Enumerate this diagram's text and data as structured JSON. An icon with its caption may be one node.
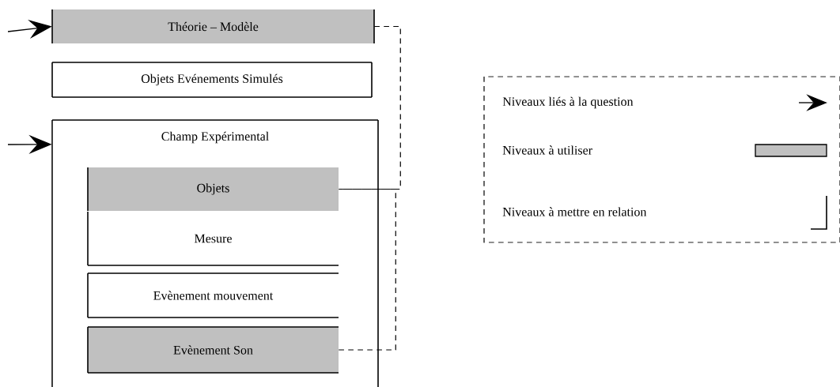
{
  "diagram": {
    "nodes": [
      {
        "text": [
          "Théorie – Modèle"
        ]
      },
      {
        "text": [
          "Objets Evénements Simulés"
        ]
      },
      {
        "text": [
          "Champ Expérimental"
        ]
      },
      {
        "text": [
          "Objets"
        ],
        "in": 2
      },
      {
        "text": [
          "Mesure"
        ],
        "in": 2
      },
      {
        "text": [
          "Evènement mouvement"
        ],
        "in": 2
      },
      {
        "text": [
          "Evènement Son"
        ],
        "in": 2
      }
    ],
    "edges": [
      {
        "from": null,
        "to": 0,
        "arrow": "to"
      },
      {
        "from": null,
        "to": 2,
        "arrow": "to"
      },
      {
        "from": 0,
        "to": 3,
        "arrow": "none",
        "style": "dashed"
      },
      {
        "from": 6,
        "to": 3,
        "arrow": "none",
        "style": "dashed"
      }
    ],
    "legend": [
      {
        "text": "Niveaux liés à la question"
      },
      {
        "text": "Niveaux à utiliser",
        "color": "#c0c0c0"
      },
      {
        "text": "Niveaux à mettre en relation"
      }
    ]
  }
}
